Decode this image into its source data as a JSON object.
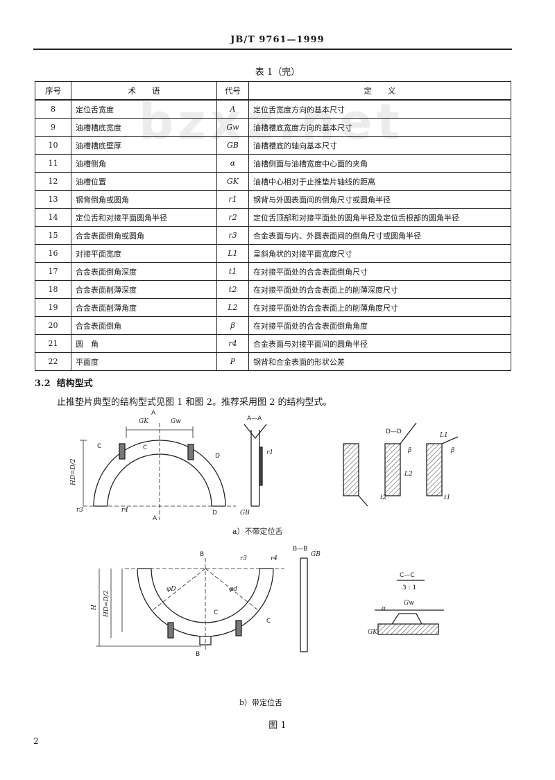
{
  "header": {
    "standard_code": "JB/T 9761—1999"
  },
  "table": {
    "caption": "表 1（完）",
    "columns": [
      "序号",
      "术　　语",
      "代号",
      "定　　义"
    ],
    "rows": [
      {
        "no": "8",
        "term": "定位舌宽度",
        "symbol": "A",
        "definition": "定位舌宽度方向的基本尺寸"
      },
      {
        "no": "9",
        "term": "油槽槽底宽度",
        "symbol": "Gw",
        "definition": "油槽槽底宽度方向的基本尺寸"
      },
      {
        "no": "10",
        "term": "油槽槽底壁厚",
        "symbol": "GB",
        "definition": "油槽槽底的轴向基本尺寸"
      },
      {
        "no": "11",
        "term": "油槽侧角",
        "symbol": "α",
        "definition": "油槽侧面与油槽宽度中心面的夹角"
      },
      {
        "no": "12",
        "term": "油槽位置",
        "symbol": "GK",
        "definition": "油槽中心相对于止推垫片轴线的距离"
      },
      {
        "no": "13",
        "term": "钢背倒角或圆角",
        "symbol": "r1",
        "definition": "钢背与外圆表面间的倒角尺寸或圆角半径"
      },
      {
        "no": "14",
        "term": "定位舌和对接平面圆角半径",
        "symbol": "r2",
        "definition": "定位舌顶部和对接平面处的圆角半径及定位舌根部的圆角半径"
      },
      {
        "no": "15",
        "term": "合金表面倒角或圆角",
        "symbol": "r3",
        "definition": "合金表面与内、外圆表面间的倒角尺寸或圆角半径"
      },
      {
        "no": "16",
        "term": "对接平面宽度",
        "symbol": "L1",
        "definition": "呈斜角状的对接平面宽度尺寸"
      },
      {
        "no": "17",
        "term": "合金表面倒角深度",
        "symbol": "t1",
        "definition": "在对接平面处的合金表面倒角尺寸"
      },
      {
        "no": "18",
        "term": "合金表面削薄深度",
        "symbol": "t2",
        "definition": "在对接平面处的合金表面上的削薄深度尺寸"
      },
      {
        "no": "19",
        "term": "合金表面削薄角度",
        "symbol": "L2",
        "definition": "在对接平面处的合金表面上的削薄角度尺寸"
      },
      {
        "no": "20",
        "term": "合金表面倒角",
        "symbol": "β",
        "definition": "在对接平面处的合金表面倒角角度"
      },
      {
        "no": "21",
        "term": "圆　角",
        "symbol": "r4",
        "definition": "合金表面与对接平面间的圆角半径"
      },
      {
        "no": "22",
        "term": "平面度",
        "symbol": "P",
        "definition": "钢背和合金表面的形状公差"
      }
    ]
  },
  "section": {
    "number": "3.2",
    "title": "结构型式",
    "text": "止推垫片典型的结构型式见图 1 和图 2。推荐采用图 2 的结构型式。"
  },
  "figure": {
    "sub_a_caption": "a）不带定位舌",
    "sub_b_caption": "b）带定位舌",
    "title": "图 1",
    "labels": {
      "a_a": "A—A",
      "b_b": "B—B",
      "d_d": "D—D",
      "c_c": "C—C",
      "scale": "3 : 1",
      "a": "A",
      "b": "B",
      "c": "C",
      "d": "D",
      "gk": "GK",
      "gw": "Gw",
      "gb": "GB",
      "h": "H",
      "hd": "HD=D/2",
      "phi_d": "φD",
      "phi_d2": "φd",
      "alpha": "α",
      "beta": "β",
      "r1": "r1",
      "r3": "r3",
      "r4": "r4",
      "l1": "L1",
      "l2": "L2",
      "t1": "t1",
      "t2": "t2"
    }
  },
  "page": {
    "number": "2",
    "watermark": "bzxz.net"
  }
}
